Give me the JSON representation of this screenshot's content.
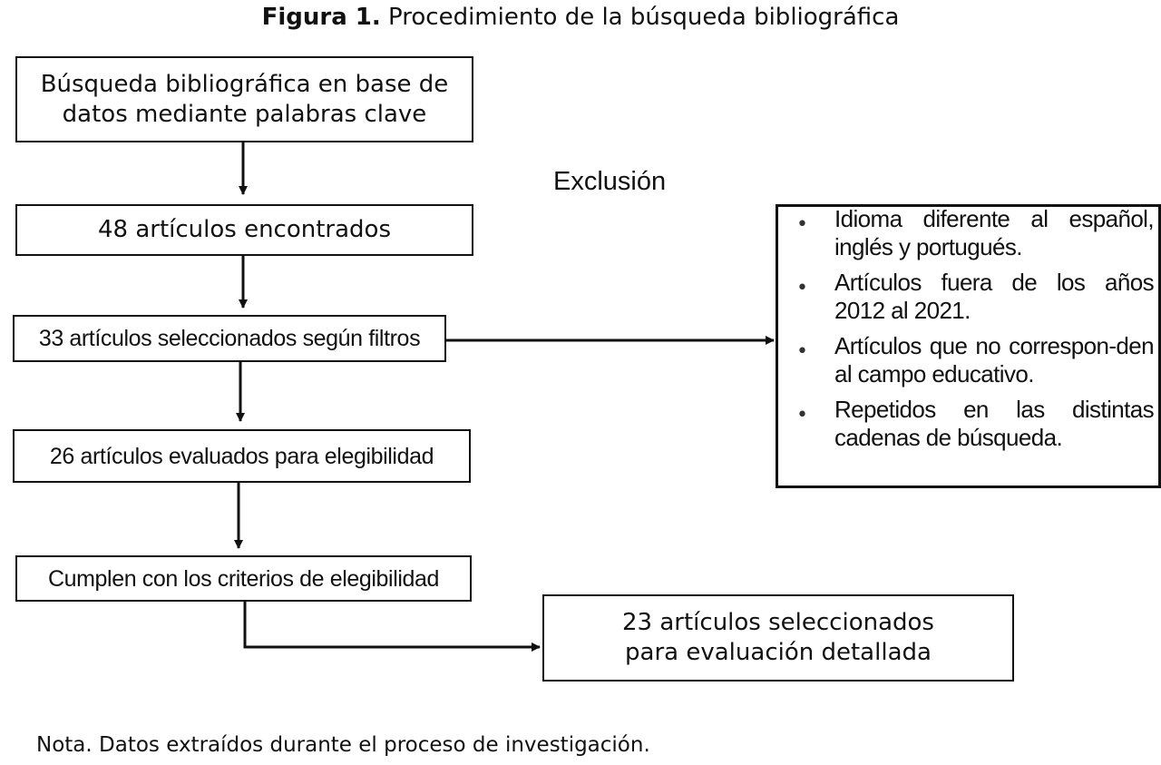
{
  "figure": {
    "caption_label": "Figura 1.",
    "caption_text": " Procedimiento de la búsqueda bibliográfica"
  },
  "steps": {
    "search": "Búsqueda bibliográfica en base de\ndatos mediante palabras clave",
    "found": "48 artículos encontrados",
    "filtered": "33 artículos seleccionados según filtros",
    "evaluated": "26 artículos evaluados para elegibilidad",
    "criteria": "Cumplen con los criterios de elegibilidad",
    "selected": "23 artículos seleccionados\npara evaluación detallada"
  },
  "exclusion": {
    "label": "Exclusión",
    "items": [
      "Idioma diferente al español, inglés y portugués.",
      "Artículos fuera de los años 2012 al 2021.",
      "Artículos que no correspon-den al campo educativo.",
      "Repetidos en las distintas cadenas de búsqueda."
    ]
  },
  "note": "Nota. Datos extraídos durante el proceso de investigación."
}
